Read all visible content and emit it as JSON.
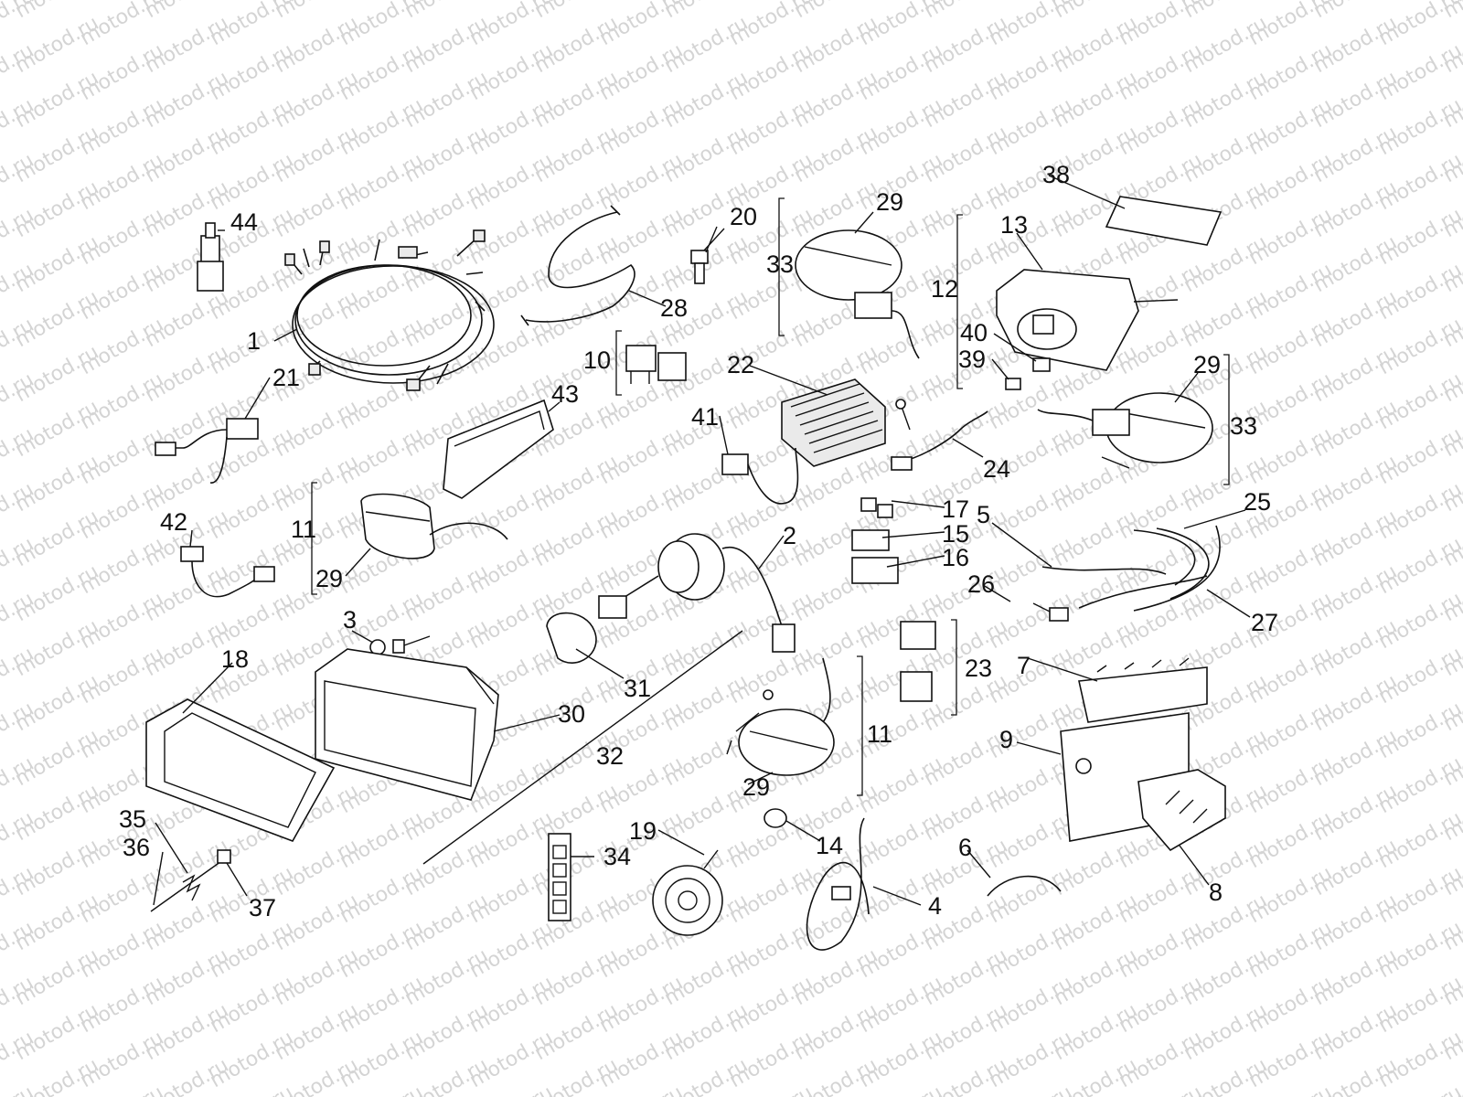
{
  "watermark": {
    "text": "motod.ru"
  },
  "callouts": {
    "c44": "44",
    "c1": "1",
    "c20": "20",
    "c28": "28",
    "c21": "21",
    "c10": "10",
    "c43": "43",
    "c42": "42",
    "c11a": "11",
    "c29a": "29",
    "c22": "22",
    "c41": "41",
    "c29b": "29",
    "c33a": "33",
    "c38": "38",
    "c13": "13",
    "c12": "12",
    "c40": "40",
    "c39": "39",
    "c29c": "29",
    "c33b": "33",
    "c24": "24",
    "c2": "2",
    "c17": "17",
    "c15": "15",
    "c16": "16",
    "c5": "5",
    "c25": "25",
    "c26": "26",
    "c27": "27",
    "c3": "3",
    "c18": "18",
    "c31": "31",
    "c30": "30",
    "c32": "32",
    "c23": "23",
    "c7": "7",
    "c11b": "11",
    "c29d": "29",
    "c9": "9",
    "c35": "35",
    "c36": "36",
    "c37": "37",
    "c34": "34",
    "c19": "19",
    "c14": "14",
    "c6": "6",
    "c4": "4",
    "c8": "8"
  }
}
